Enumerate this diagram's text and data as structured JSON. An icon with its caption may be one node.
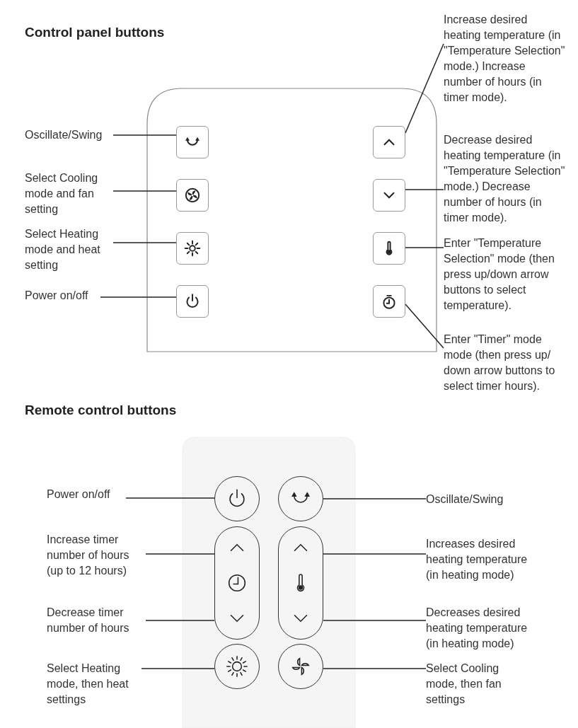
{
  "diagram": {
    "nodes": [
      {
        "text": [
          "Oscillate/Swing"
        ]
      },
      {
        "text": [
          "Select Cooling mode and fan setting"
        ]
      },
      {
        "text": [
          "Select Heating mode and heat setting"
        ]
      },
      {
        "text": [
          "Power on/off"
        ]
      },
      {
        "text": [],
        "shape": "box"
      },
      {
        "text": [],
        "shape": "box"
      },
      {
        "text": [],
        "shape": "box"
      },
      {
        "text": [],
        "shape": "box"
      },
      {
        "text": [],
        "shape": "box"
      },
      {
        "text": [],
        "shape": "box"
      },
      {
        "text": [],
        "shape": "box"
      },
      {
        "text": [],
        "shape": "box"
      },
      {
        "text": [
          "Increase desired heating temperature (in \"Temperature Selection\" mode.) Increase number of hours (in timer mode)."
        ]
      },
      {
        "text": [
          "Decrease desired heating temperature (in \"Temperature Selection\" mode.) Decrease number of hours (in timer mode)."
        ]
      },
      {
        "text": [
          "Enter \"Temperature Selection\" mode (then press up/down arrow buttons to select temperature)."
        ]
      },
      {
        "text": [
          "Enter \"Timer\" mode mode (then press up/ down arrow buttons to select timer hours)."
        ]
      },
      {
        "text": [
          "Power on/off"
        ]
      },
      {
        "text": [
          "Increase timer number of hours (up to 12 hours)"
        ]
      },
      {
        "text": [
          "Decrease timer number of hours"
        ]
      },
      {
        "text": [
          "Select Heating mode, then heat settings"
        ]
      },
      {
        "text": [],
        "shape": "circle"
      },
      {
        "text": [],
        "shape": "box"
      },
      {
        "text": [],
        "shape": "circle"
      },
      {
        "text": [],
        "shape": "circle"
      },
      {
        "text": [],
        "shape": "box"
      },
      {
        "text": [],
        "shape": "circle"
      },
      {
        "text": [
          "Oscillate/Swing"
        ]
      },
      {
        "text": [
          "Increases desired heating temperature (in heating mode)"
        ]
      },
      {
        "text": [
          "Decreases desired heating temperature (in heating mode)"
        ]
      },
      {
        "text": [
          "Select Cooling mode, then fan settings"
        ]
      }
    ],
    "edges": [
      {
        "from": 0,
        "to": 4,
        "arrow": "none"
      },
      {
        "from": 1,
        "to": 5,
        "arrow": "none"
      },
      {
        "from": 2,
        "to": 6,
        "arrow": "none"
      },
      {
        "from": 3,
        "to": 7,
        "arrow": "none"
      },
      {
        "from": 12,
        "to": 8,
        "arrow": "none"
      },
      {
        "from": 13,
        "to": 9,
        "arrow": "none"
      },
      {
        "from": 14,
        "to": 10,
        "arrow": "none"
      },
      {
        "from": 15,
        "to": 11,
        "arrow": "none"
      },
      {
        "from": 16,
        "to": 20,
        "arrow": "none"
      },
      {
        "from": 17,
        "to": 21,
        "arrow": "none"
      },
      {
        "from": 18,
        "to": 21,
        "arrow": "none"
      },
      {
        "from": 19,
        "to": 22,
        "arrow": "none"
      },
      {
        "from": 26,
        "to": 23,
        "arrow": "none"
      },
      {
        "from": 27,
        "to": 24,
        "arrow": "none"
      },
      {
        "from": 28,
        "to": 24,
        "arrow": "none"
      },
      {
        "from": 29,
        "to": 25,
        "arrow": "none"
      }
    ],
    "labels": [
      "Control panel buttons",
      "Remote control buttons"
    ]
  }
}
